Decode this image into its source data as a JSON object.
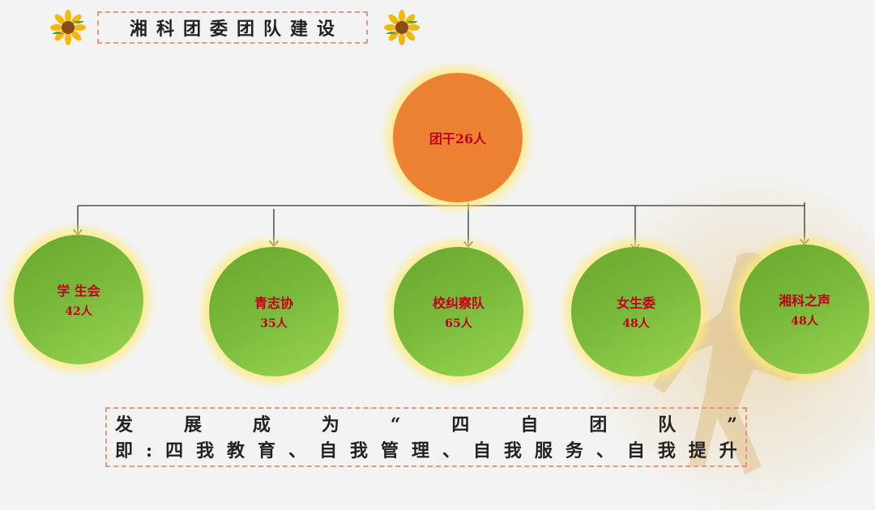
{
  "title": "湘科团委团队建设",
  "root": {
    "name": "团干26人"
  },
  "children": [
    {
      "name": "学 生会",
      "count": "42人"
    },
    {
      "name": "青志协",
      "count": "35人"
    },
    {
      "name": "校纠察队",
      "count": "65人"
    },
    {
      "name": "女生委",
      "count": "48人"
    },
    {
      "name": "湘科之声",
      "count": "48人"
    }
  ],
  "motto": {
    "line1": [
      "发",
      "展",
      "成",
      "为",
      "“",
      "四",
      "自",
      "团",
      "队",
      "”"
    ],
    "line2": [
      "即",
      ":",
      "四",
      "我",
      "教",
      "育",
      "、",
      "自",
      "我",
      "管",
      "理",
      "、",
      "自",
      "我",
      "服",
      "务",
      "、",
      "自",
      "我",
      "提",
      "升"
    ]
  },
  "colors": {
    "root": "#ec8132",
    "child": "#78b83a",
    "text": "#c0001a",
    "border": "#e59873"
  }
}
